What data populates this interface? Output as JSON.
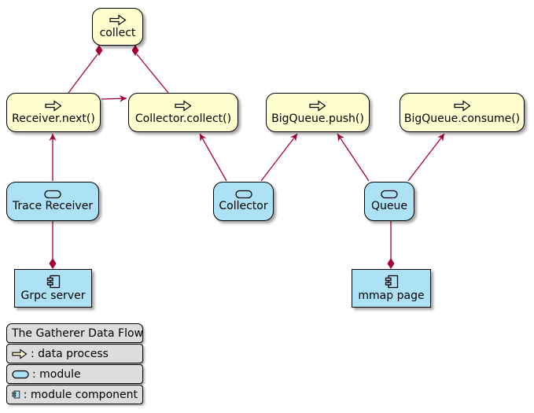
{
  "colors": {
    "process_fill": "#FEFECE",
    "module_fill": "#ADE1F5",
    "edge": "#A80036",
    "legend_fill": "#DDDDDD",
    "border": "#000000"
  },
  "nodes": [
    {
      "id": "collect",
      "label": "collect",
      "type": "data process"
    },
    {
      "id": "receiver-next",
      "label": "Receiver.next()",
      "type": "data process"
    },
    {
      "id": "collector-collect",
      "label": "Collector.collect()",
      "type": "data process"
    },
    {
      "id": "bigqueue-push",
      "label": "BigQueue.push()",
      "type": "data process"
    },
    {
      "id": "bigqueue-consume",
      "label": "BigQueue.consume()",
      "type": "data process"
    },
    {
      "id": "trace-receiver",
      "label": "Trace Receiver",
      "type": "module"
    },
    {
      "id": "collector",
      "label": "Collector",
      "type": "module"
    },
    {
      "id": "queue",
      "label": "Queue",
      "type": "module"
    },
    {
      "id": "grpc-server",
      "label": "Grpc server",
      "type": "module component"
    },
    {
      "id": "mmap-page",
      "label": "mmap page",
      "type": "module component"
    }
  ],
  "edges": [
    {
      "from": "receiver-next",
      "to": "collect",
      "style": "composition",
      "diamond_at": "collect"
    },
    {
      "from": "collector-collect",
      "to": "collect",
      "style": "composition",
      "diamond_at": "collect"
    },
    {
      "from": "receiver-next",
      "to": "collector-collect",
      "style": "arrow"
    },
    {
      "from": "trace-receiver",
      "to": "receiver-next",
      "style": "arrow"
    },
    {
      "from": "collector",
      "to": "collector-collect",
      "style": "arrow"
    },
    {
      "from": "collector",
      "to": "bigqueue-push",
      "style": "arrow"
    },
    {
      "from": "queue",
      "to": "bigqueue-push",
      "style": "arrow"
    },
    {
      "from": "queue",
      "to": "bigqueue-consume",
      "style": "arrow"
    },
    {
      "from": "trace-receiver",
      "to": "grpc-server",
      "style": "composition",
      "diamond_at": "grpc-server"
    },
    {
      "from": "queue",
      "to": "mmap-page",
      "style": "composition",
      "diamond_at": "mmap-page"
    }
  ],
  "legend": {
    "title": "The Gatherer Data Flow",
    "items": [
      {
        "icon": "data-process-icon",
        "label": ": data process"
      },
      {
        "icon": "module-icon",
        "label": ": module"
      },
      {
        "icon": "module-component-icon",
        "label": ": module component"
      }
    ]
  }
}
